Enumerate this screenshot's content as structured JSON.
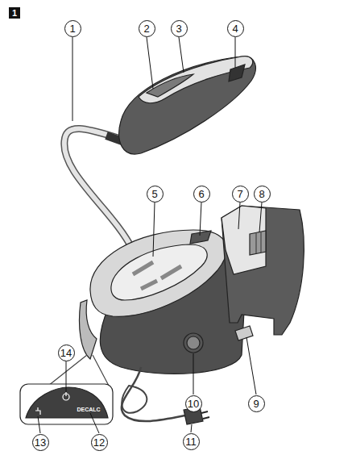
{
  "diagram": {
    "labels": [
      "1",
      "1",
      "2",
      "3",
      "4",
      "5",
      "6",
      "7",
      "8",
      "9",
      "10",
      "11",
      "12",
      "13",
      "14",
      "DECALC"
    ]
  }
}
